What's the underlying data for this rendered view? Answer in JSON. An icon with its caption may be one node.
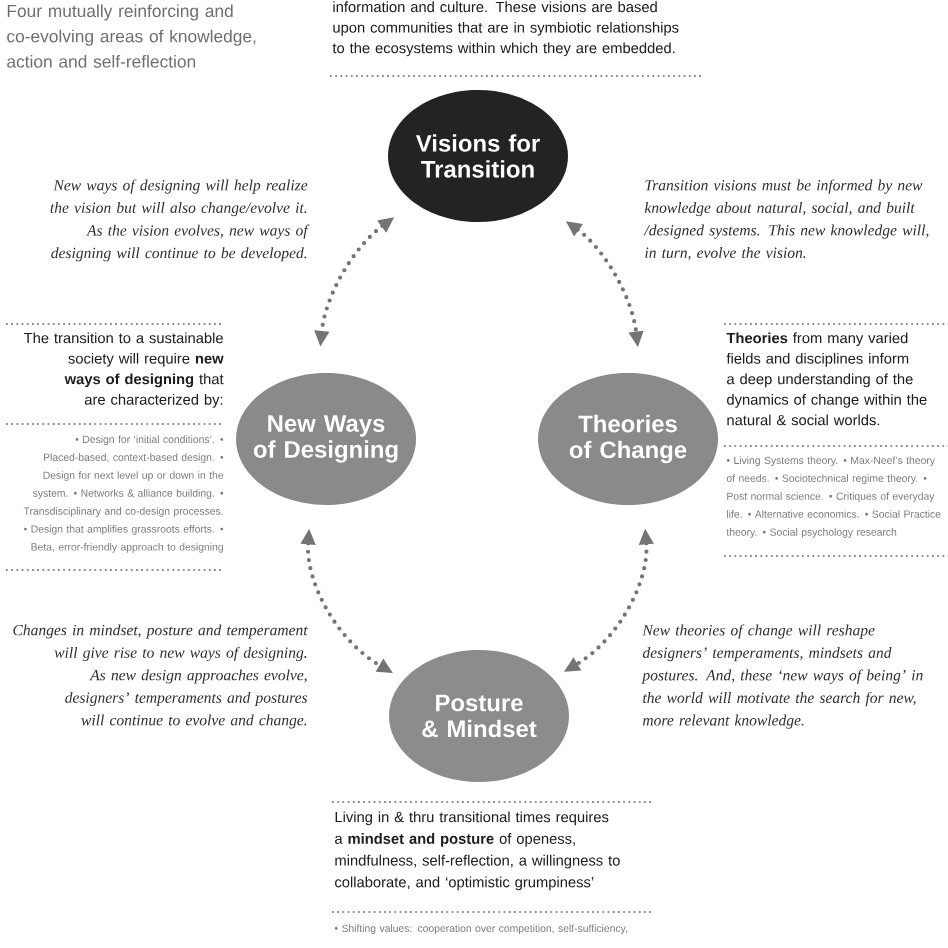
{
  "diagram": {
    "title": "Four mutually reinforcing and co-evolving areas of knowledge, action and self-reflection",
    "nodes": [
      {
        "text": [
          "Visions for Transition"
        ],
        "beside": [
          "information and culture. These visions are based upon communities that are in symbiotic relationships to the ecosystems within which they are embedded."
        ]
      },
      {
        "text": [
          "New Ways of Designing"
        ],
        "beside": [
          "The transition to a sustainable society will require **new ways of designing** that are characterized by:",
          "• Design for ‘initial conditions’. • Placed-based, context-based design. • Design for next level up or down in the system. • Networks & alliance building. • Transdisciplinary and co-design processes. • Design that amplifies grassroots efforts. • Beta, error-friendly approach to designing"
        ]
      },
      {
        "text": [
          "Theories of Change"
        ],
        "beside": [
          "**Theories** from many varied fields and disciplines inform a deep understanding of the dynamics of change within the natural & social worlds.",
          "• Living Systems theory. • Max-Neef’s theory of needs. • Sociotechnical regime theory. • Post normal science. • Critiques of everyday life. • Alternative economics. • Social Practice theory. • Social psychology research"
        ]
      },
      {
        "text": [
          "Posture & Mindset"
        ],
        "beside": [
          "Living in & thru transitional times requires a **mindset and posture** of openess, mindfulness, self-reflection, a willingness to collaborate, and ‘optimistic grumpiness’",
          "• Shifting values: cooperation over competition, self-sufficiency,"
        ]
      }
    ],
    "edges": [
      {
        "from": 0,
        "to": 1,
        "arrow": "both"
      },
      {
        "from": 0,
        "to": 2,
        "arrow": "both"
      },
      {
        "from": 1,
        "to": 3,
        "arrow": "both"
      },
      {
        "from": 2,
        "to": 3,
        "arrow": "both"
      }
    ],
    "labels": [
      "New ways of designing will help realize the vision but will also change/evolve it.",
      "As the vision evolves, new ways of designing will continue to be developed.",
      "Transition visions must be informed by new knowledge about natural, social, and built /designed systems. This new knowledge will, in turn, evolve the vision.",
      "Changes in mindset, posture and temperament will give rise to new ways of designing. As new design approaches evolve, designers’ temperaments and postures will continue to evolve and change.",
      "New theories of change will reshape designers’ temperaments, mindsets and postures. And, these ‘new ways of being’ in the world will motivate the search for new, more relevant knowledge."
    ]
  }
}
